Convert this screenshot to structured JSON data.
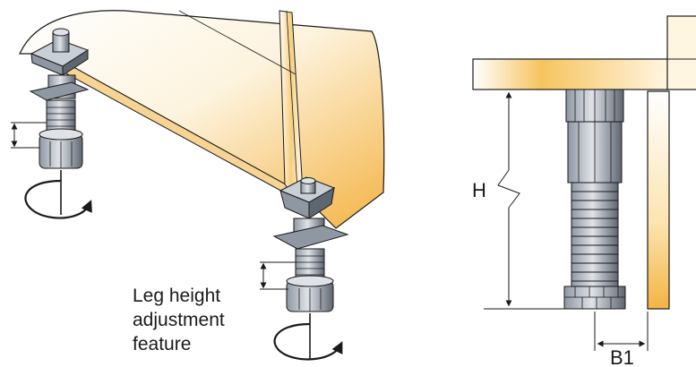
{
  "caption": {
    "lines": [
      "Leg height",
      "adjustment",
      "feature"
    ]
  },
  "dimensions": {
    "height_label": "H",
    "offset_label": "B1"
  },
  "colors": {
    "wood_warm": "#f4b344",
    "wood_light": "#fdf0d0",
    "metal_light": "#c9cfd6",
    "metal_mid": "#8e97a2",
    "metal_dark": "#4d5560",
    "ink": "#1a1a1a"
  },
  "icons": {
    "rotation": "rotation-arrow-icon",
    "leg": "adjustable-leg-icon"
  }
}
